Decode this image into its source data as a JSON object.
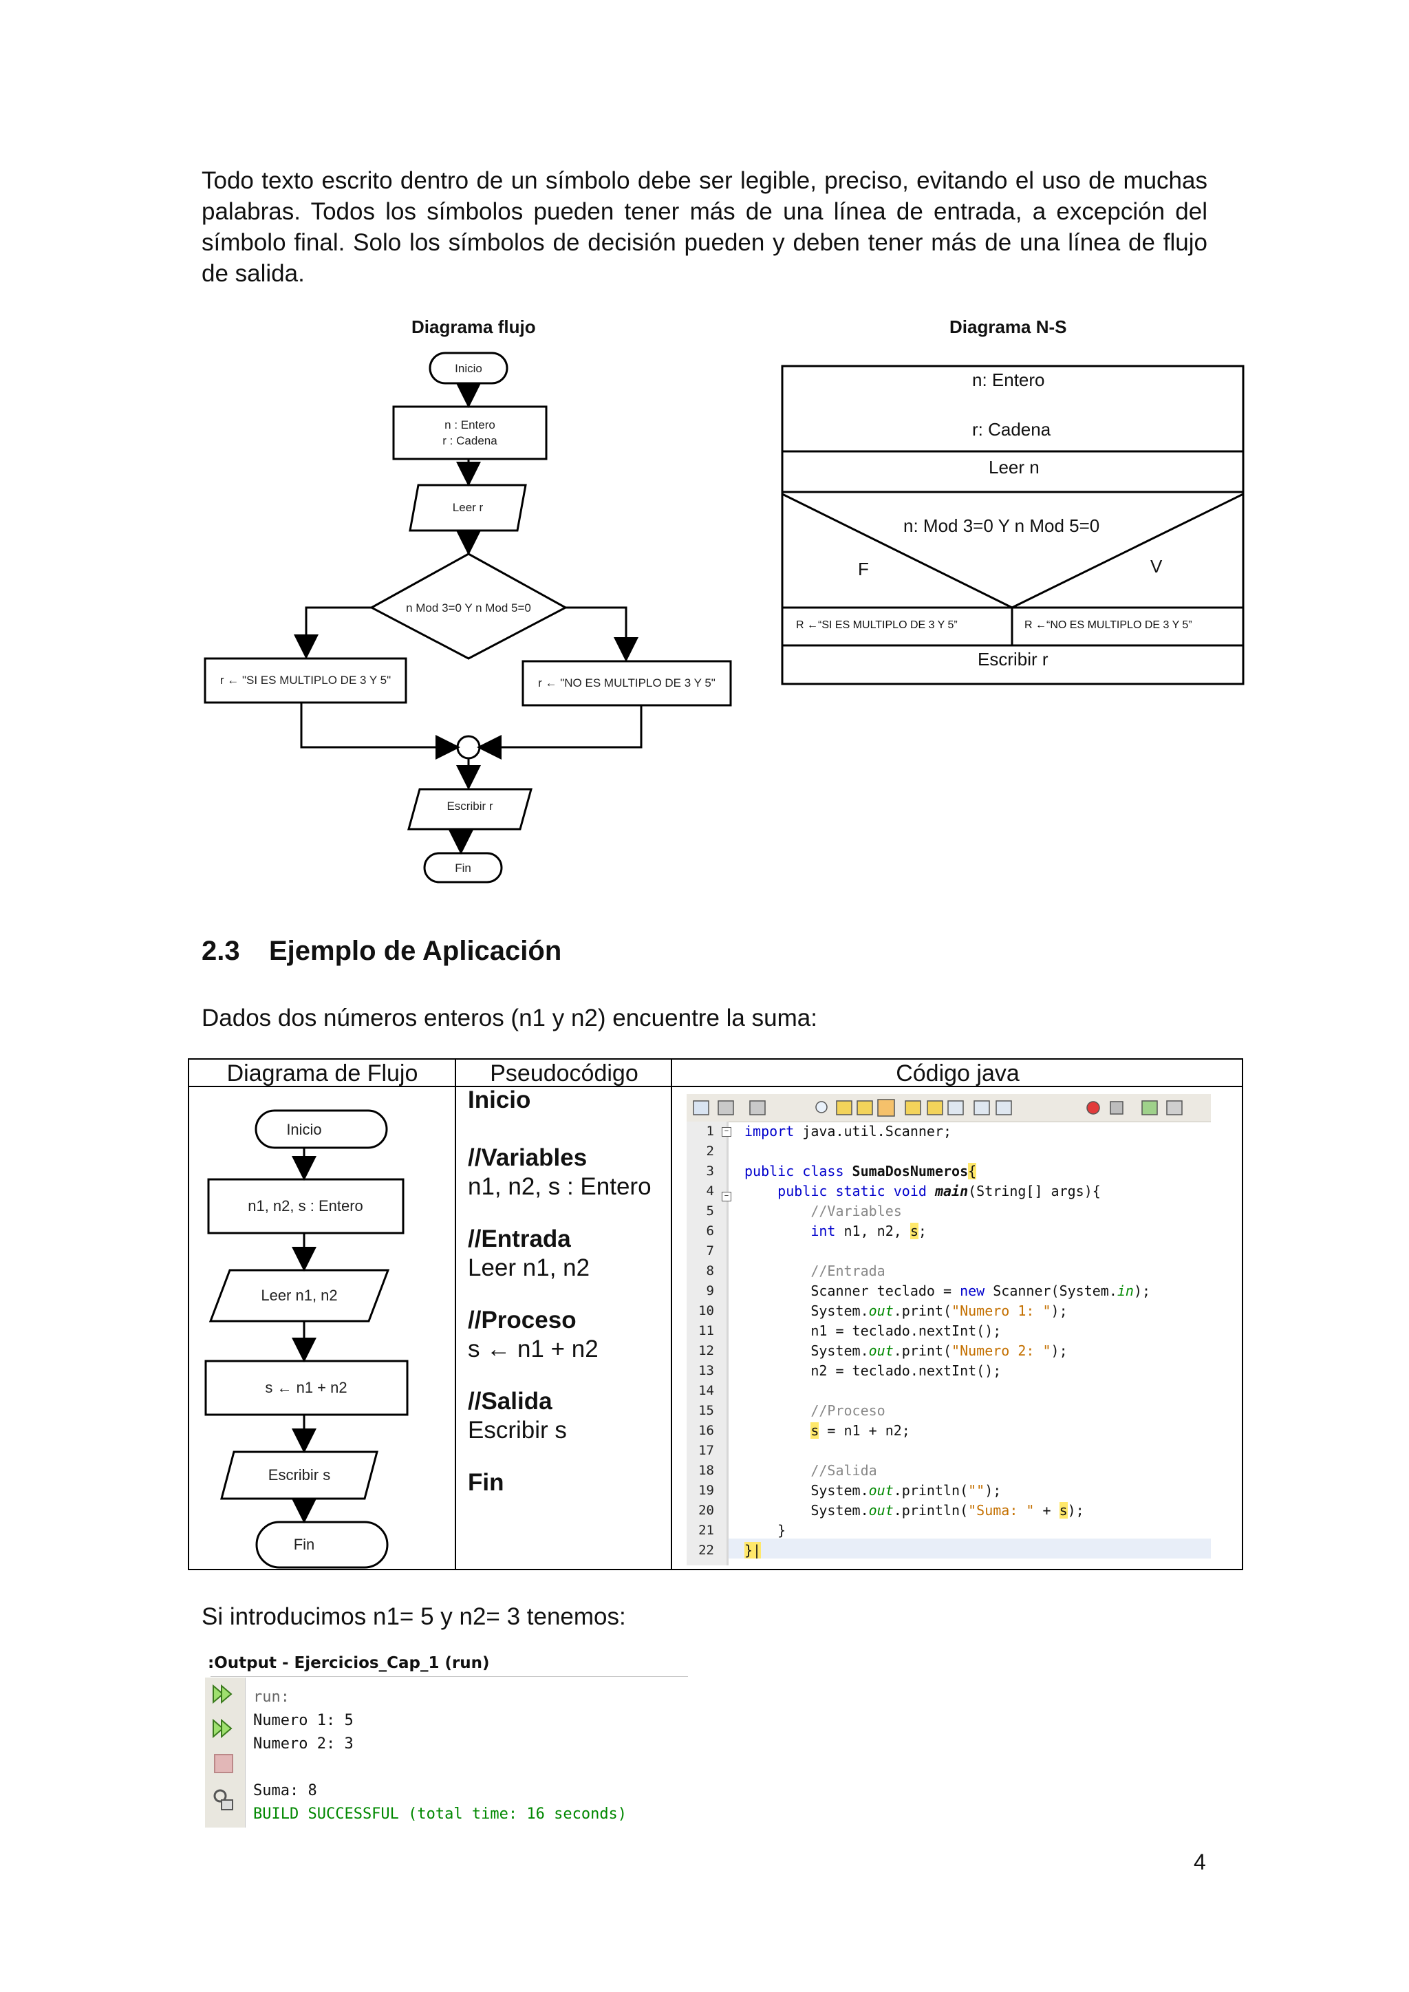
{
  "intro": "Todo texto escrito dentro de un símbolo debe ser legible, preciso, evitando el uso de muchas palabras. Todos los símbolos pueden tener más de una línea de entrada, a excepción del símbolo final. Solo los símbolos de decisión pueden y deben tener más de una línea de flujo de salida.",
  "flow1": {
    "title": "Diagrama flujo",
    "start": "Inicio",
    "decl_n": "n : Entero",
    "decl_r": "r : Cadena",
    "read": "Leer r",
    "decision": "n Mod 3=0 Y n Mod 5=0",
    "left": "r ← \"SI ES MULTIPLO DE 3 Y 5\"",
    "right": "r ← \"NO ES MULTIPLO DE 3 Y 5\"",
    "write": "Escribir r",
    "end": "Fin"
  },
  "ns": {
    "title": "Diagrama N-S",
    "decl_n": "n: Entero",
    "decl_r": "r: Cadena",
    "read": "Leer n",
    "condition": "n: Mod 3=0 Y n Mod 5=0",
    "false_label": "F",
    "true_label": "V",
    "left": "R ←“SI ES MULTIPLO DE 3 Y 5”",
    "right": "R ←“NO ES MULTIPLO DE 3 Y 5”",
    "write": "Escribir r"
  },
  "section": {
    "number": "2.3",
    "title": "Ejemplo de Aplicación"
  },
  "problem": "Dados dos números enteros (n1 y n2) encuentre la suma:",
  "table": {
    "headers": [
      "Diagrama de Flujo",
      "Pseudocódigo",
      "Código java"
    ],
    "flow": {
      "start": "Inicio",
      "decl": "n1, n2, s : Entero",
      "read": "Leer n1, n2",
      "proc": "s ← n1 + n2",
      "write": "Escribir s",
      "end": "Fin"
    },
    "pseudo": {
      "inicio": "Inicio",
      "var_h": "//Variables",
      "var": "n1, n2, s : Entero",
      "in_h": "//Entrada",
      "in": "Leer n1, n2",
      "proc_h": "//Proceso",
      "proc": "s ← n1 + n2",
      "out_h": "//Salida",
      "out": "Escribir s",
      "fin": "Fin"
    },
    "code_line_numbers": [
      "1",
      "2",
      "3",
      "4",
      "5",
      "6",
      "7",
      "8",
      "9",
      "10",
      "11",
      "12",
      "13",
      "14",
      "15",
      "16",
      "17",
      "18",
      "19",
      "20",
      "21",
      "22"
    ]
  },
  "run_text": "Si introducimos n1= 5 y n2= 3 tenemos:",
  "output": {
    "title": ":Output - Ejercicios_Cap_1 (run)",
    "lines": [
      "run:",
      "Numero 1: 5",
      "Numero 2: 3",
      "",
      "Suma: 8",
      "BUILD SUCCESSFUL (total time: 16 seconds)"
    ]
  },
  "page_number": "4",
  "colors": {
    "keyword": "#0000cc",
    "comment": "#888888",
    "string": "#c47000",
    "build_ok": "#008800",
    "highlight": "#ffe86b"
  }
}
